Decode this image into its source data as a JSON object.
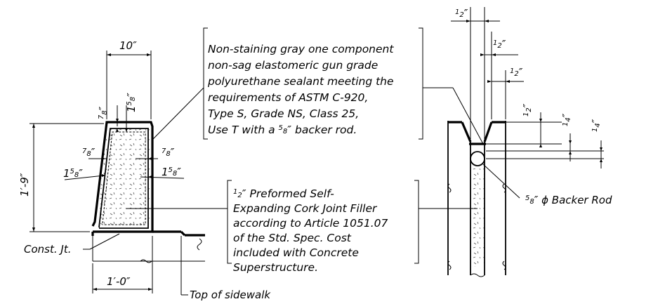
{
  "barrier": {
    "top_width": "10″",
    "height": "1′-9″",
    "base_width": "1′-0″",
    "top_thickness_num": "7",
    "top_thickness_den": "8",
    "top_thickness_unit": "″",
    "top_inset_num": "1",
    "top_inset_den": "5",
    "top_inset_sub": "8",
    "top_inset_unit": "″",
    "left_thickness_num": "7",
    "left_thickness_den": "8",
    "left_thickness_unit": "″",
    "right_thickness_num": "7",
    "right_thickness_den": "8",
    "right_thickness_unit": "″",
    "left_inset_whole": "1",
    "left_inset_num": "5",
    "left_inset_den": "8",
    "left_inset_unit": "″",
    "right_inset_whole": "1",
    "right_inset_num": "5",
    "right_inset_den": "8",
    "right_inset_unit": "″",
    "const_jt": "Const. Jt.",
    "top_of_sidewalk": "Top of sidewalk"
  },
  "sealant_note": {
    "lines": [
      "Non-staining gray one component",
      "non-sag elastomeric gun grade",
      "polyurethane sealant meeting the",
      "requirements of ASTM C-920,",
      "Type S, Grade NS, Class 25,",
      "Use T with a"
    ],
    "frac_num": "5",
    "frac_den": "8",
    "tail": "″ backer rod."
  },
  "filler_note": {
    "frac_num": "1",
    "frac_den": "2",
    "first_tail": "″ Preformed Self-",
    "lines": [
      "Expanding Cork Joint Filler",
      "according to Article 1051.07",
      "of the Std. Spec. Cost",
      "included with Concrete",
      "Superstructure."
    ]
  },
  "joint_detail": {
    "dim1_num": "1",
    "dim1_den": "2",
    "dim1_unit": "″",
    "dim2_num": "1",
    "dim2_den": "2",
    "dim2_unit": "″",
    "dim3_num": "1",
    "dim3_den": "2",
    "dim3_unit": "″",
    "dim4_num": "1",
    "dim4_den": "2",
    "dim4_unit": "″",
    "dim5_num": "1",
    "dim5_den": "4",
    "dim5_unit": "″",
    "dim6_num": "1",
    "dim6_den": "4",
    "dim6_unit": "″",
    "backer_num": "5",
    "backer_den": "8",
    "backer_tail": "″ ϕ Backer Rod"
  }
}
